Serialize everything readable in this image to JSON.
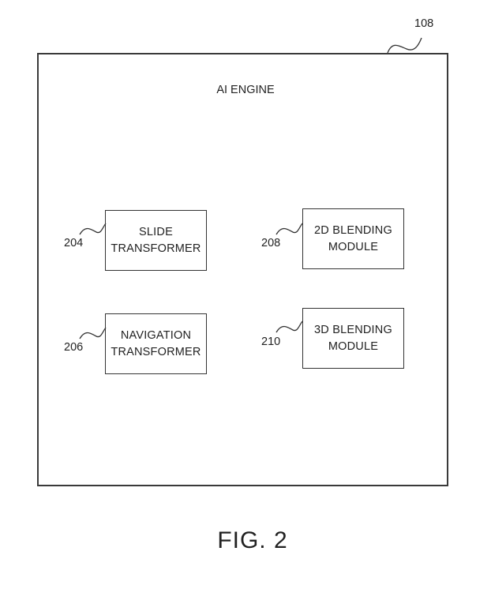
{
  "figure": {
    "label": "FIG. 2",
    "container": {
      "ref": "108",
      "title": "AI ENGINE"
    },
    "modules": [
      {
        "ref": "204",
        "line1": "SLIDE",
        "line2": "TRANSFORMER"
      },
      {
        "ref": "206",
        "line1": "NAVIGATION",
        "line2": "TRANSFORMER"
      },
      {
        "ref": "208",
        "line1": "2D BLENDING",
        "line2": "MODULE"
      },
      {
        "ref": "210",
        "line1": "3D BLENDING",
        "line2": "MODULE"
      }
    ]
  }
}
